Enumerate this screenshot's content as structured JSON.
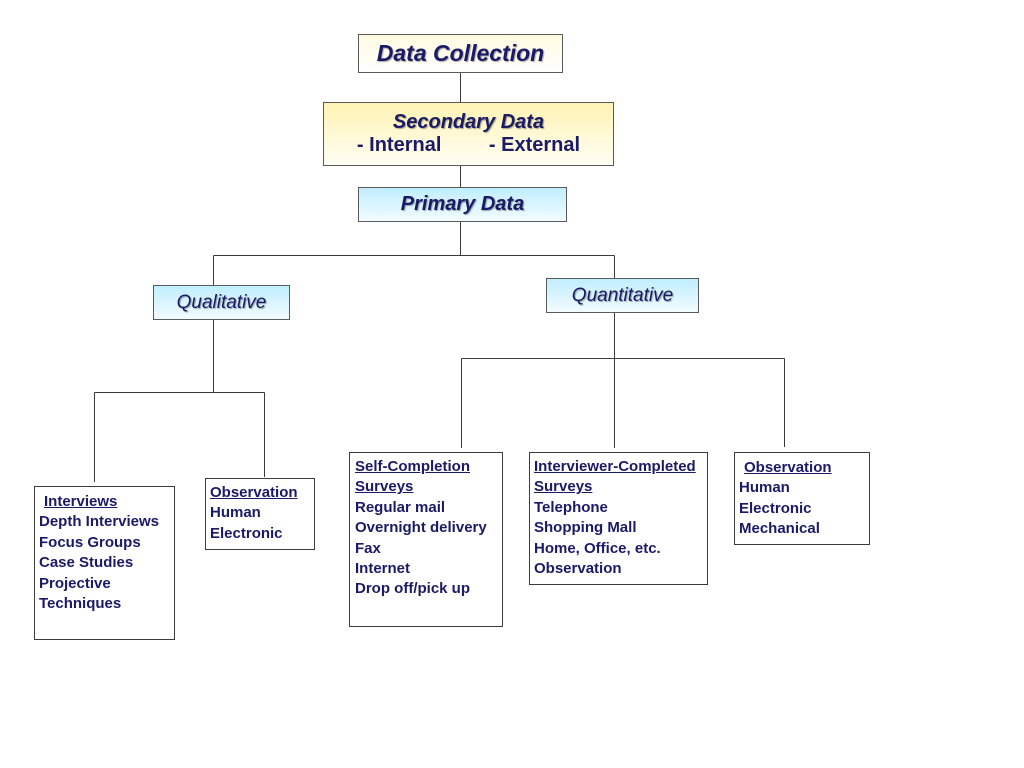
{
  "colors": {
    "text": "#1b1a66",
    "line": "#3a3a3a",
    "node_border": "#5a5a5a",
    "list_border": "#3c3c3c",
    "cream_top": "#fffbe0",
    "cream_bottom": "#ffffff",
    "yellow_top": "#fff3b3",
    "yellow_bottom": "#fffef4",
    "cyan_top": "#c0eeff",
    "cyan_bottom": "#f3fbff",
    "background": "#ffffff"
  },
  "root": {
    "label": "Data Collection"
  },
  "secondary": {
    "label": "Secondary Data",
    "internal": "- Internal",
    "external": "- External"
  },
  "primary": {
    "label": "Primary Data"
  },
  "qualitative": {
    "label": "Qualitative",
    "interviews": {
      "heading": "Interviews",
      "items": [
        "Depth Interviews",
        "Focus Groups",
        "Case Studies",
        "Projective Techniques"
      ]
    },
    "observation": {
      "heading": "Observation",
      "items": [
        "Human",
        "Electronic"
      ]
    }
  },
  "quantitative": {
    "label": "Quantitative",
    "self_completion": {
      "heading": "Self-Completion Surveys",
      "items": [
        "Regular mail",
        "Overnight delivery",
        "Fax",
        "Internet",
        "Drop off/pick up"
      ]
    },
    "interviewer_completed": {
      "heading": "Interviewer-Completed Surveys",
      "items": [
        "Telephone",
        "Shopping Mall",
        "Home, Office, etc.",
        "Observation"
      ]
    },
    "observation": {
      "heading": "Observation",
      "items": [
        "Human",
        "Electronic",
        "Mechanical"
      ]
    }
  }
}
